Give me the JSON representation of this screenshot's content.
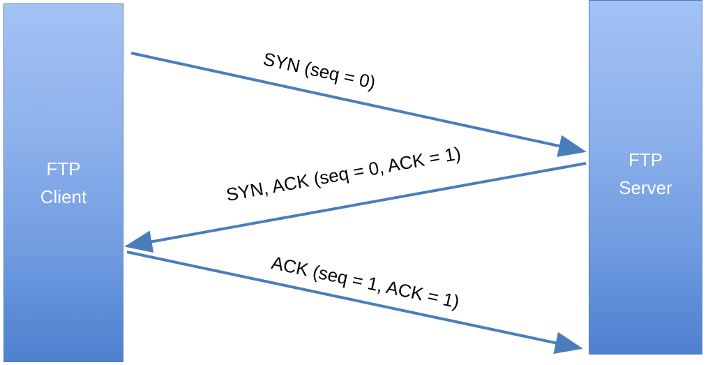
{
  "client": {
    "line1": "FTP",
    "line2": "Client"
  },
  "server": {
    "line1": "FTP",
    "line2": "Server"
  },
  "messages": [
    {
      "label": "SYN (seq = 0)",
      "direction": "client-to-server"
    },
    {
      "label": "SYN, ACK (seq = 0, ACK = 1)",
      "direction": "server-to-client"
    },
    {
      "label": "ACK (seq = 1, ACK = 1)",
      "direction": "client-to-server"
    }
  ],
  "colors": {
    "arrow": "#4a7ebb",
    "box_top": "#a3c2f5",
    "box_bottom": "#4e80d0",
    "box_text": "#ffffff",
    "label_text": "#000000"
  }
}
